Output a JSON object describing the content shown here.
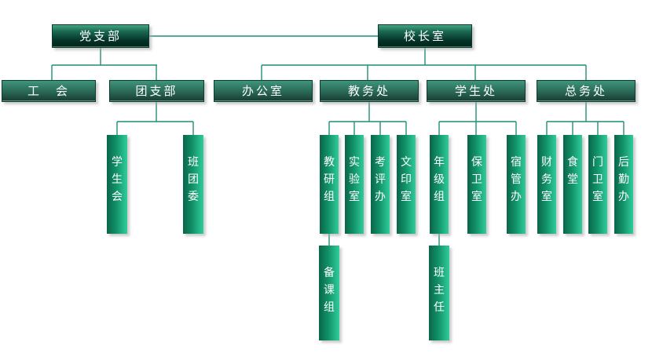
{
  "palette": {
    "background": "#ffffff",
    "connector_line": "#1f8f76",
    "text": "#ffffff",
    "level1_gradient_top": "#44a583",
    "level1_gradient_bottom": "#02241b",
    "level2_gradient_top": "#3f957b",
    "level2_gradient_bottom": "#183c33",
    "vertical_gradient_left": "#0b654a",
    "vertical_gradient_right": "#30cc9c"
  },
  "chart": {
    "type": "org-chart",
    "nodes": {
      "party_branch": {
        "label": "党支部"
      },
      "principal_office": {
        "label": "校长室"
      },
      "labor_union": {
        "label": "工　会"
      },
      "youth_league_branch": {
        "label": "团支部"
      },
      "general_office": {
        "label": "办公室"
      },
      "academic_affairs": {
        "label": "教务处"
      },
      "student_affairs": {
        "label": "学生处"
      },
      "general_services": {
        "label": "总务处"
      },
      "student_union": {
        "label": "学生会"
      },
      "class_league_committee": {
        "label": "班团委"
      },
      "teaching_research_group": {
        "label": "教研组"
      },
      "laboratory": {
        "label": "实验室"
      },
      "evaluation_office": {
        "label": "考评办"
      },
      "print_room": {
        "label": "文印室"
      },
      "grade_group": {
        "label": "年级组"
      },
      "security_room": {
        "label": "保卫室"
      },
      "dorm_management_office": {
        "label": "宿管办"
      },
      "finance_room": {
        "label": "财务室"
      },
      "canteen": {
        "label": "食堂"
      },
      "gatehouse": {
        "label": "门卫室"
      },
      "logistics_office": {
        "label": "后勤办"
      },
      "lesson_prep_group": {
        "label": "备课组"
      },
      "head_teacher": {
        "label": "班主任"
      }
    },
    "peer_link": [
      "党支部",
      "校长室"
    ],
    "hierarchy": {
      "党支部": [
        "工　会",
        "团支部"
      ],
      "校长室": [
        "办公室",
        "教务处",
        "学生处",
        "总务处"
      ],
      "团支部": [
        "学生会",
        "班团委"
      ],
      "教务处": [
        "教研组",
        "实验室",
        "考评办",
        "文印室"
      ],
      "学生处": [
        "年级组",
        "保卫室",
        "宿管办"
      ],
      "总务处": [
        "财务室",
        "食堂",
        "门卫室",
        "后勤办"
      ],
      "教研组": [
        "备课组"
      ],
      "年级组": [
        "班主任"
      ]
    }
  }
}
